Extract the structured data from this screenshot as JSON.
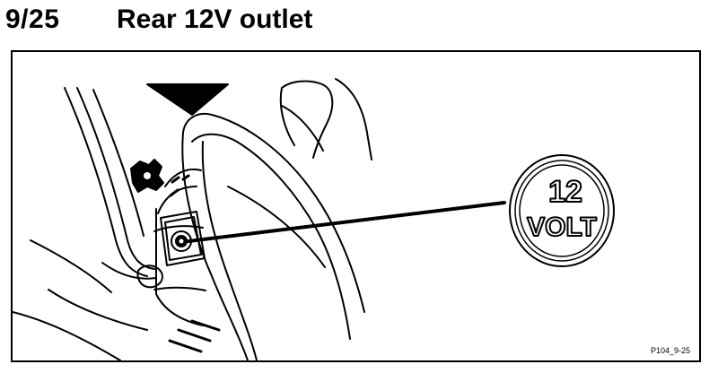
{
  "header": {
    "section_number": "9/25",
    "title": "Rear 12V outlet"
  },
  "figure": {
    "badge": {
      "line1": "12",
      "line2": "VOLT"
    },
    "reference": "P104_9-25"
  }
}
